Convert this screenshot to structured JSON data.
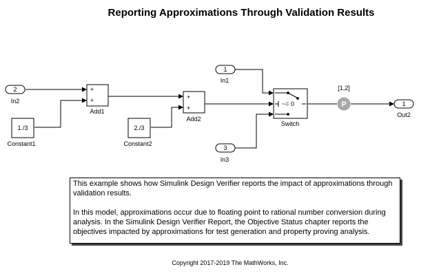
{
  "title": "Reporting Approximations Through Validation Results",
  "blocks": {
    "in2": {
      "port": "2",
      "label": "In2"
    },
    "in1": {
      "port": "1",
      "label": "In1"
    },
    "in3": {
      "port": "3",
      "label": "In3"
    },
    "out2": {
      "port": "1",
      "label": "Out2"
    },
    "constant1": {
      "value": "1./3",
      "label": "Constant1"
    },
    "constant2": {
      "value": "2./3",
      "label": "Constant2"
    },
    "add1": {
      "label": "Add1",
      "signs": [
        "+",
        "+"
      ]
    },
    "add2": {
      "label": "Add2",
      "signs": [
        "+",
        "+"
      ]
    },
    "switch": {
      "label": "Switch",
      "criteria": "~= 0"
    },
    "probe": {
      "symbol": "P",
      "dimension": "[1,2]"
    }
  },
  "note": {
    "paragraph1": "This example shows how Simulink Design Verifier reports the impact of approximations through validation results.",
    "paragraph2": "In this model, approximations occur due to floating point to rational number conversion during analysis. In the Simulink Design Verifier Report, the Objective Status chapter reports the objectives impacted by approximations for test generation and property proving analysis."
  },
  "copyright": "Copyright 2017-2019 The MathWorks, Inc."
}
